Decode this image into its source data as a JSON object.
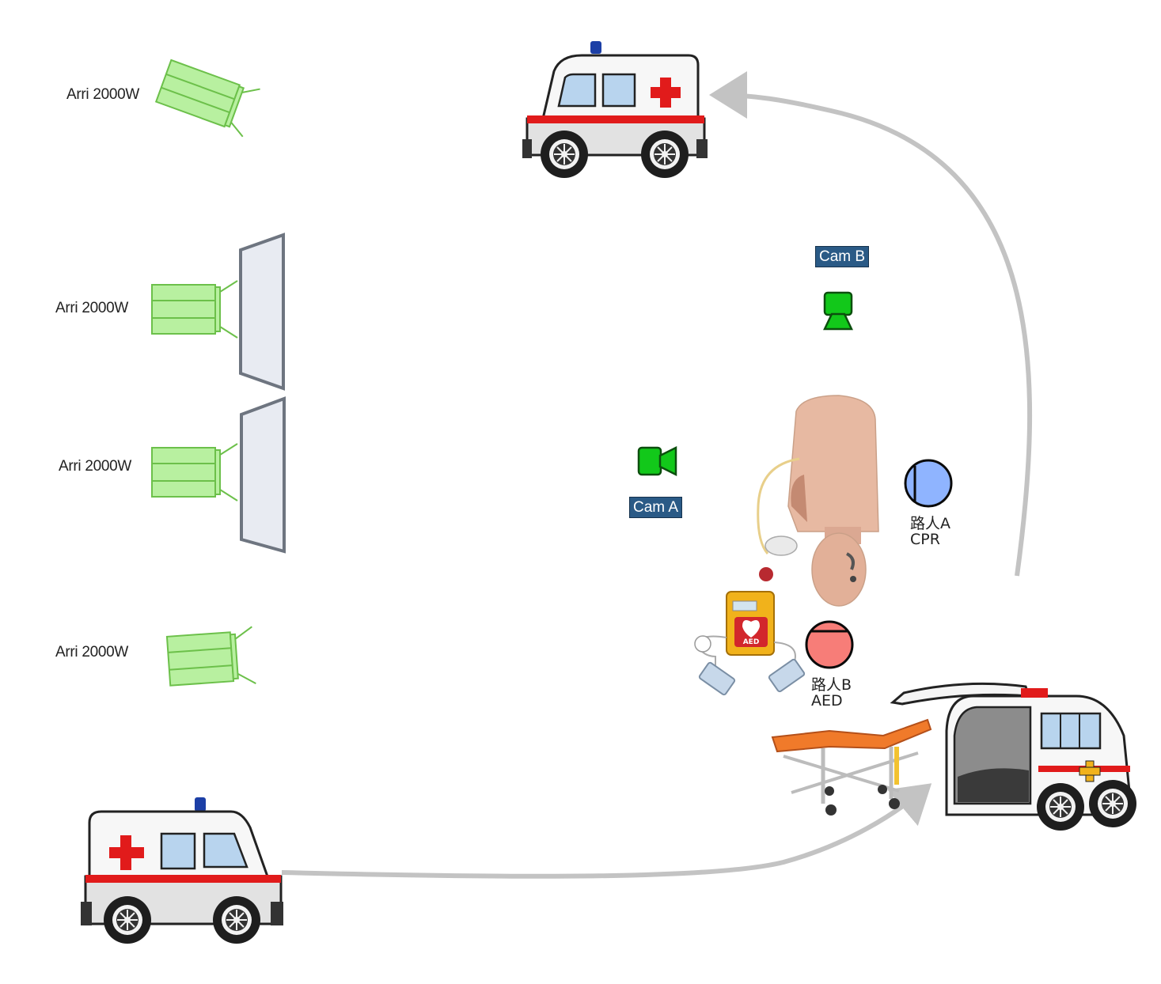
{
  "lights": [
    {
      "label": "Arri 2000W"
    },
    {
      "label": "Arri 2000W"
    },
    {
      "label": "Arri 2000W"
    },
    {
      "label": "Arri 2000W"
    }
  ],
  "cameras": {
    "a": {
      "label": "Cam A"
    },
    "b": {
      "label": "Cam B"
    }
  },
  "people": {
    "a": {
      "name": "路人A",
      "role": "CPR"
    },
    "b": {
      "name": "路人B",
      "role": "AED"
    }
  },
  "props": {
    "aed_text": "AED"
  },
  "colors": {
    "light_fill": "#b8f0a0",
    "light_stroke": "#6cc04a",
    "camera_green": "#12c81a",
    "cam_label_bg": "#2a5a86",
    "person_a": "#8fb4ff",
    "person_b": "#f77d78",
    "path_gray": "#c3c3c3",
    "ambulance_red": "#e11b1b"
  }
}
